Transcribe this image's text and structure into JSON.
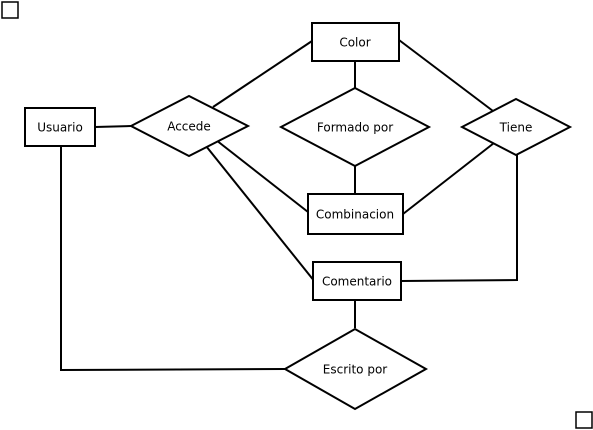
{
  "entities": {
    "usuario": "Usuario",
    "color": "Color",
    "combinacion": "Combinacion",
    "comentario": "Comentario"
  },
  "relationships": {
    "accede": "Accede",
    "formado_por": "Formado por",
    "tiene": "Tiene",
    "escrito_por": "Escrito por"
  }
}
